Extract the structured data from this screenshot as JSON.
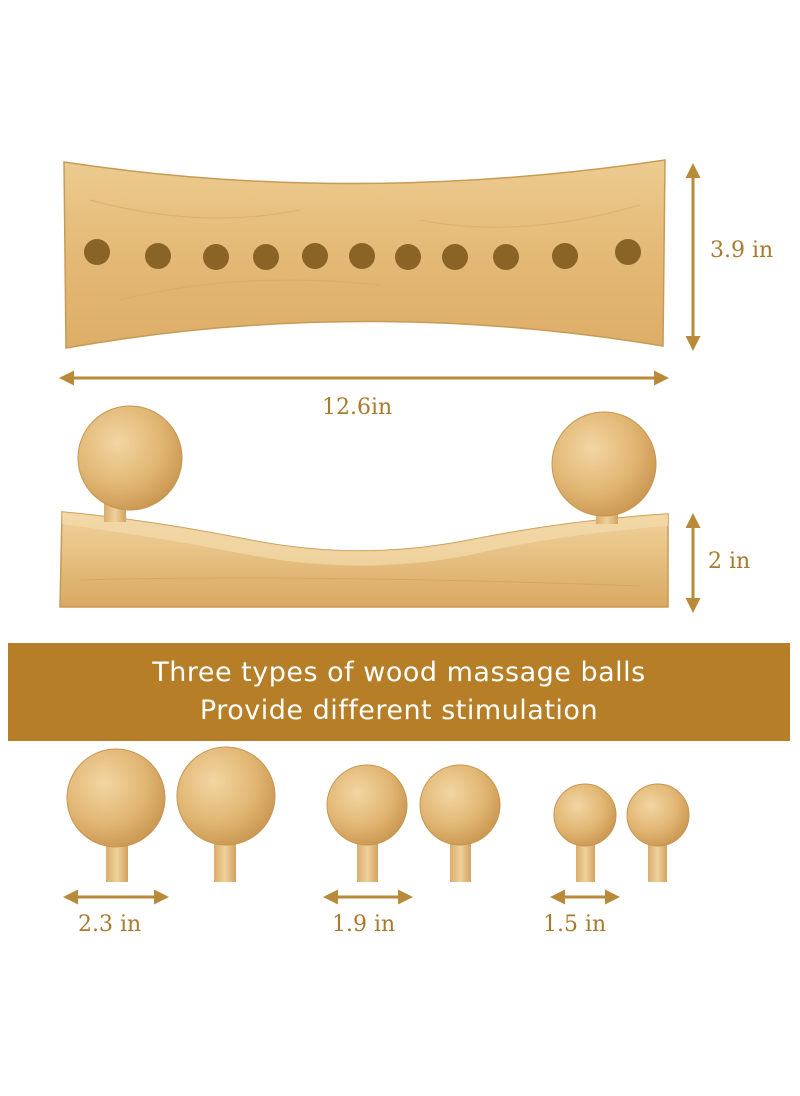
{
  "dimensions": {
    "height_board": "3.9 in",
    "width_board": "12.6in",
    "height_side": "2 in"
  },
  "banner": {
    "line1": "Three types of wood massage balls",
    "line2": "Provide different stimulation"
  },
  "ball_sizes": [
    "2.3 in",
    "1.9 in",
    "1.5 in"
  ],
  "colors": {
    "accent": "#b57e27",
    "label": "#a87a2e",
    "wood": "#e6be7c"
  }
}
